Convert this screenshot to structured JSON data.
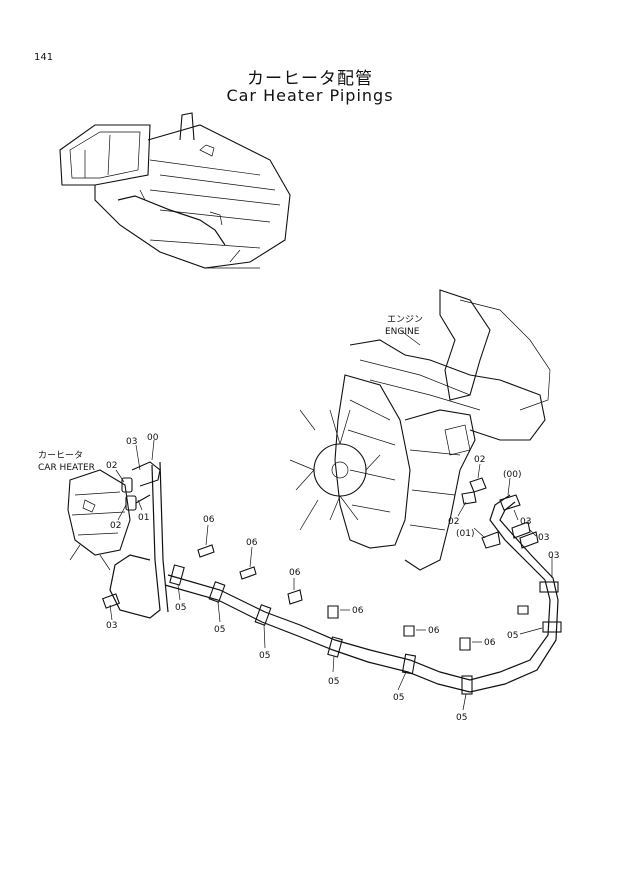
{
  "page_number": "141",
  "title_jp": "カーヒータ配管",
  "title_en": "Car Heater Pipings",
  "components": {
    "engine_jp": "エンジン",
    "engine_en": "ENGINE",
    "heater_jp": "カーヒータ",
    "heater_en": "CAR HEATER"
  },
  "callouts": {
    "c00": "00",
    "c00p": "(00)",
    "c01": "01",
    "c01p": "(01)",
    "c02": "02",
    "c03": "03",
    "c05": "05",
    "c06": "06"
  }
}
